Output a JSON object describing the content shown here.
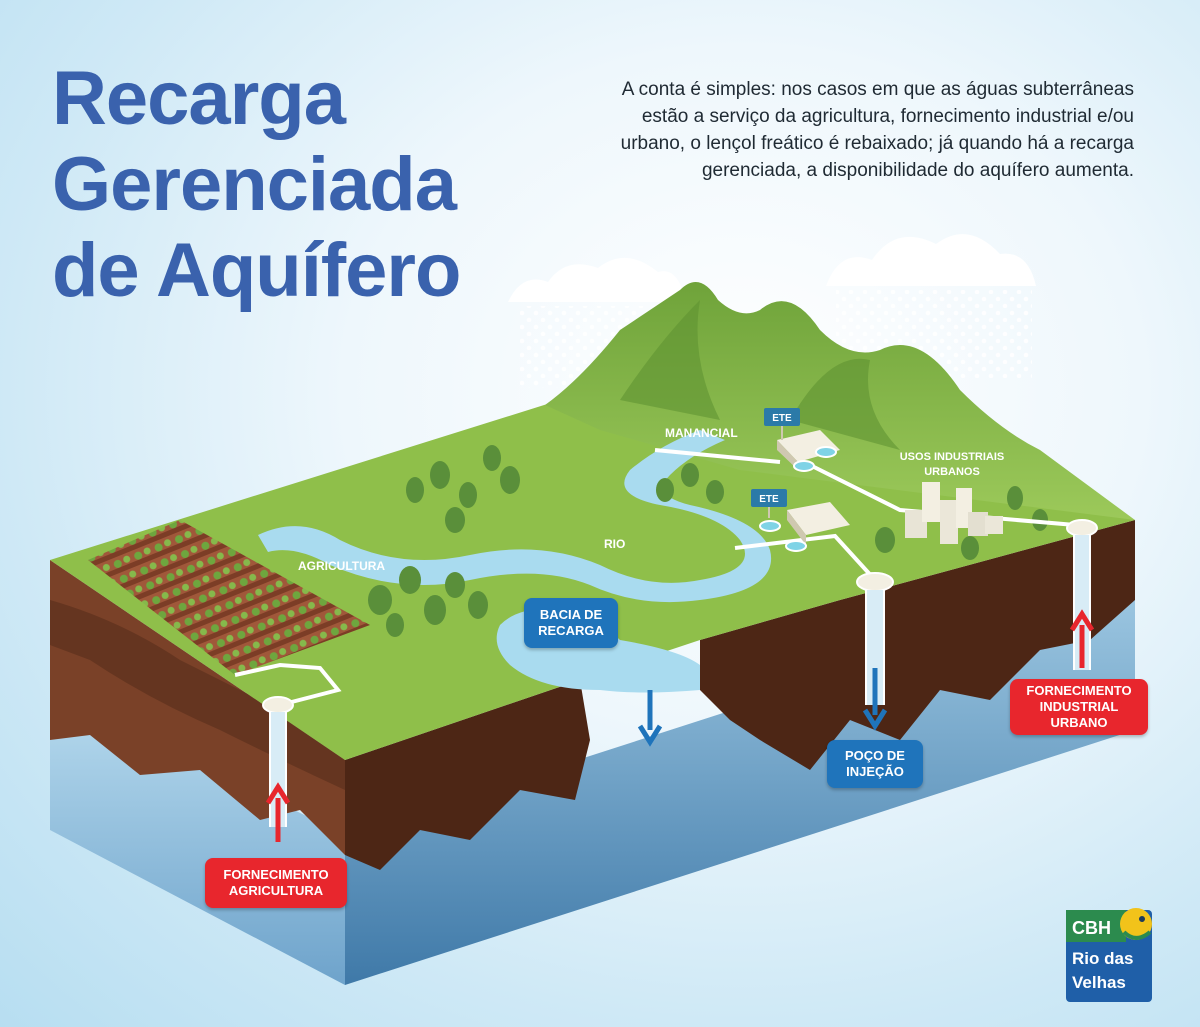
{
  "title": {
    "line1": "Recarga",
    "line2": "Gerenciada",
    "line3": "de Aquífero"
  },
  "intro": "A conta é simples: nos casos em que as águas subterrâneas estão a serviço da agricultura, fornecimento industrial e/ou urbano, o lençol freático é rebaixado; já quando há a recarga gerenciada, a disponibilidade do aquífero aumenta.",
  "labels": {
    "manancial": "MANANCIAL",
    "ete_1": "ETE",
    "ete_2": "ETE",
    "usos_line1": "USOS INDUSTRIAIS",
    "usos_line2": "URBANOS",
    "rio": "RIO",
    "agricultura": "AGRICULTURA"
  },
  "tags": {
    "bacia": "BACIA DE\nRECARGA",
    "poco": "POÇO DE\nINJEÇÃO",
    "fornecimento_industrial": "FORNECIMENTO\nINDUSTRIAL\nURBANO",
    "fornecimento_agricultura": "FORNECIMENTO\nAGRICULTURA"
  },
  "logo": {
    "line1": "CBH",
    "line2": "Rio das",
    "line3": "Velhas"
  },
  "colors": {
    "title": "#3a62ad",
    "tag_blue": "#1f74bb",
    "tag_red": "#e8262d",
    "grass": "#8fbf4a",
    "soil": "#6b3a22",
    "water": "#5e97c4",
    "river": "#a9dbef",
    "logo_green": "#2e8b57"
  }
}
